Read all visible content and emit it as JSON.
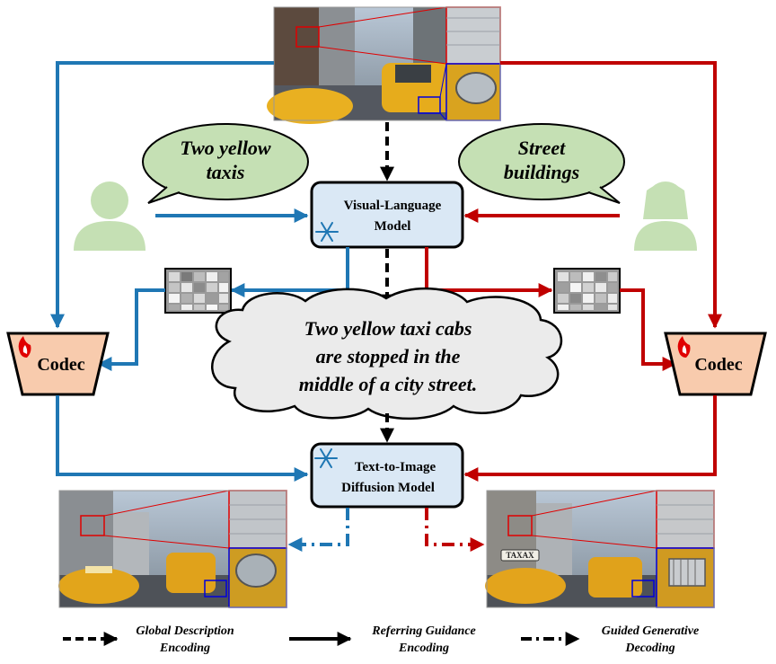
{
  "vlm_box": {
    "line1": "Visual-Language",
    "line2": "Model"
  },
  "t2i_box": {
    "line1": "Text-to-Image",
    "line2": "Diffusion Model"
  },
  "codec_left": {
    "label": "Codec"
  },
  "codec_right": {
    "label": "Codec"
  },
  "speech_left": {
    "line1": "Two yellow",
    "line2": "taxis"
  },
  "speech_right": {
    "line1": "Street",
    "line2": "buildings"
  },
  "cloud_caption": {
    "line1": "Two yellow taxi cabs",
    "line2": "are stopped in the",
    "line3": "middle of a city street."
  },
  "legend": {
    "dashed": {
      "line1": "Global Description",
      "line2": "Encoding"
    },
    "solid": {
      "line1": "Referring Guidance",
      "line2": "Encoding"
    },
    "dashdot": {
      "line1": "Guided Generative",
      "line2": "Decoding"
    }
  },
  "output_right_sign": "TAXAX",
  "colors": {
    "blue": "#1f77b4",
    "red": "#c00000",
    "box_fill": "#dae8f5",
    "codec_fill": "#f8cbad",
    "bubble_fill": "#c5e0b4",
    "user_fill": "#c5e0b4",
    "cloud_fill": "#ebebeb"
  }
}
